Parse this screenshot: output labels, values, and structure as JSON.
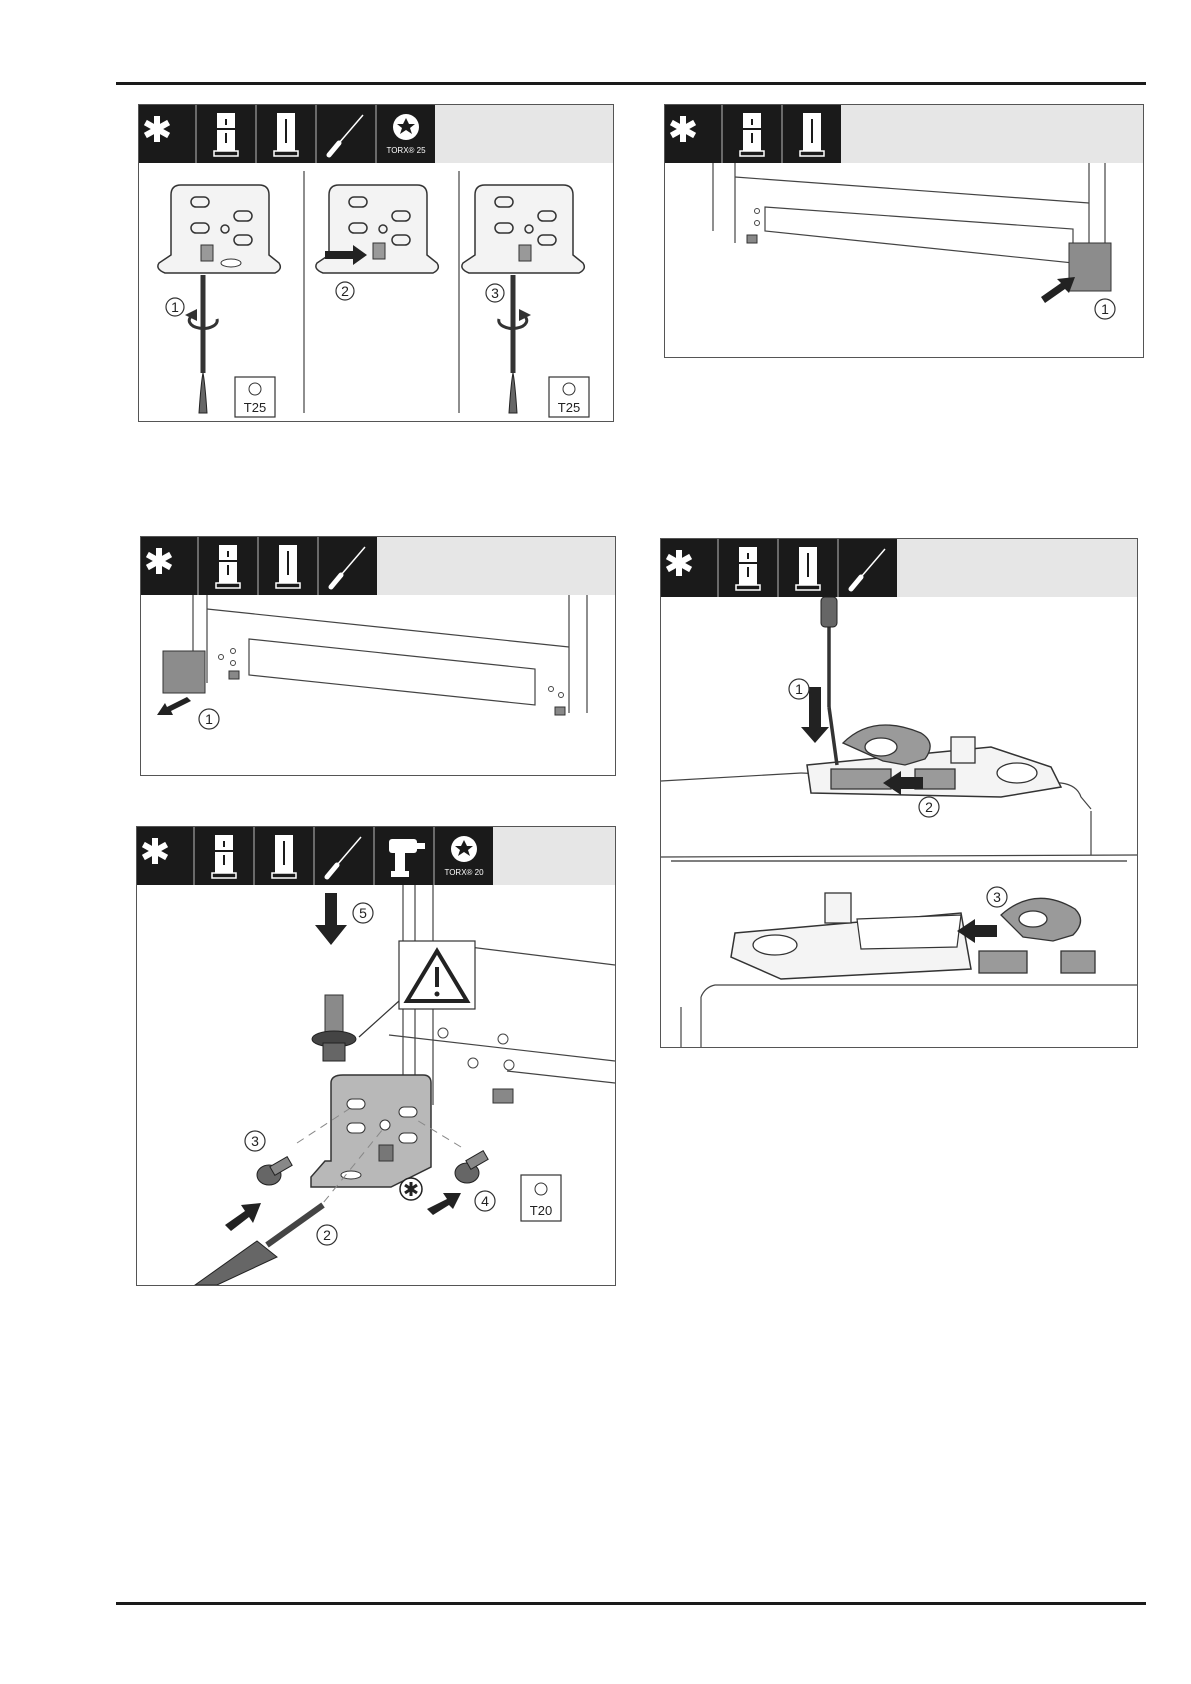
{
  "header_icons": {
    "asterisk": "asterisk-icon",
    "fridge_freezer": "fridge-freezer-icon",
    "fridge": "fridge-icon",
    "screwdriver": "screwdriver-icon",
    "drill": "cordless-drill-icon",
    "torx": "torx-icon"
  },
  "panel_a": {
    "torx_label": "TORX® 25",
    "steps": [
      "1",
      "2",
      "3"
    ],
    "tool_label_1": "T25",
    "tool_label_2": "T25"
  },
  "panel_b": {
    "steps": [
      "1"
    ]
  },
  "panel_c": {
    "steps": [
      "1"
    ]
  },
  "panel_d": {
    "steps": [
      "1",
      "2",
      "3"
    ]
  },
  "panel_e": {
    "torx_label": "TORX® 20",
    "steps": [
      "5",
      "3",
      "2",
      "4"
    ],
    "tool_label": "T20"
  },
  "colors": {
    "header_black": "#1a1a1a",
    "header_grey": "#e6e6e6",
    "part_grey": "#9a9a9a"
  }
}
